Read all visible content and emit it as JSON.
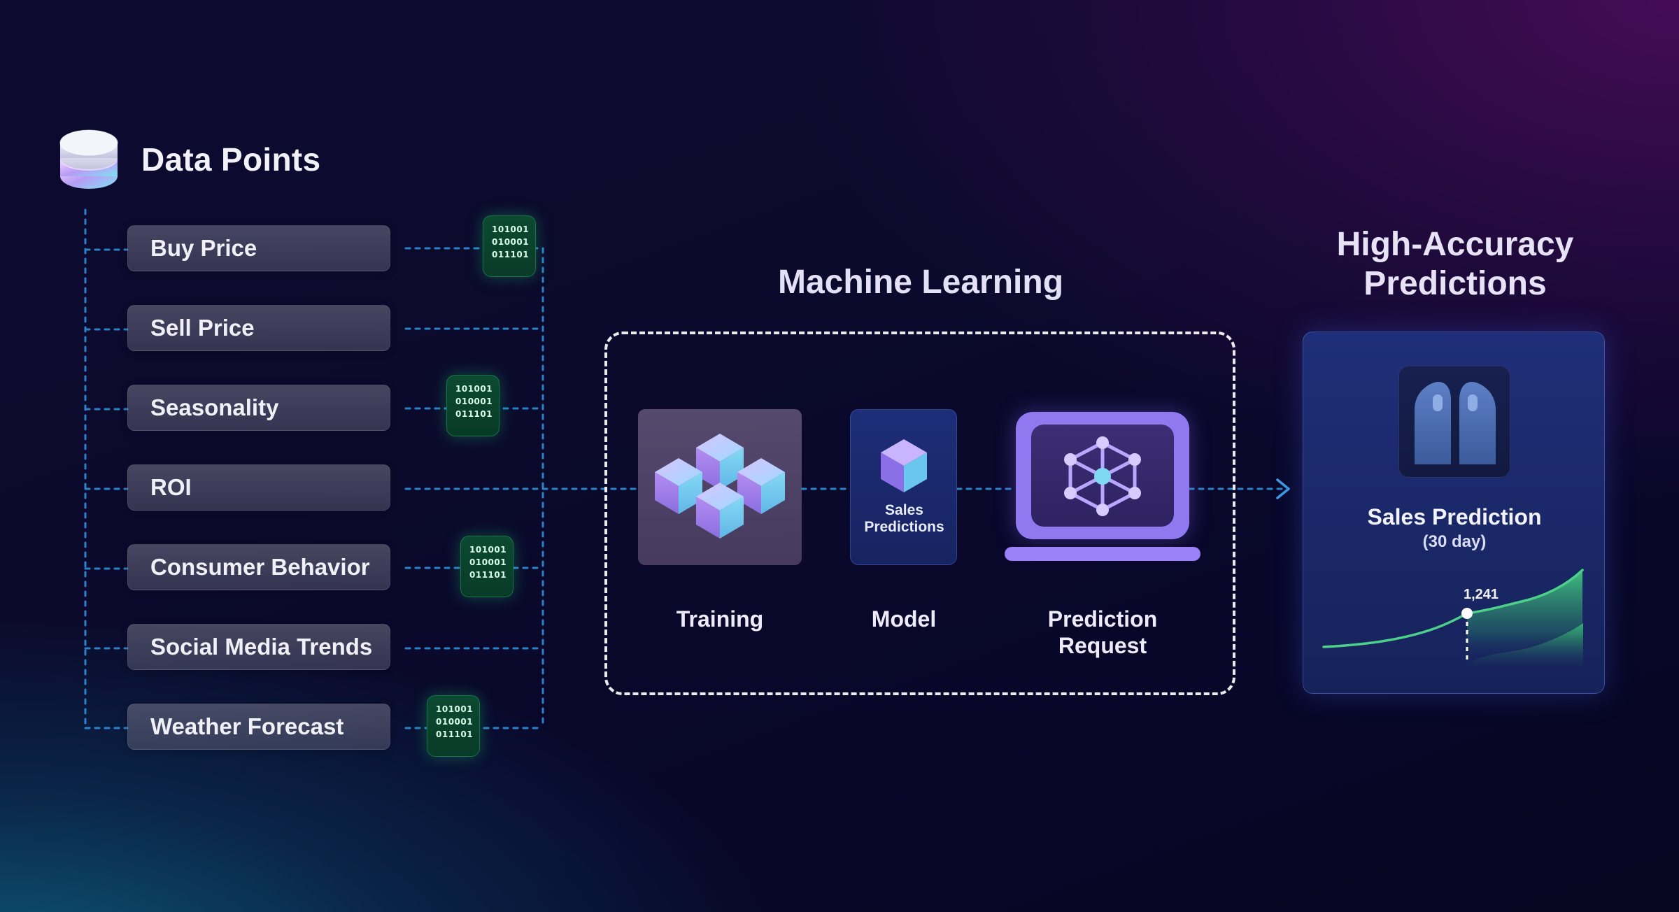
{
  "data_points": {
    "title": "Data Points",
    "items": [
      {
        "label": "Buy Price"
      },
      {
        "label": "Sell Price"
      },
      {
        "label": "Seasonality"
      },
      {
        "label": "ROI"
      },
      {
        "label": "Consumer Behavior"
      },
      {
        "label": "Social Media Trends"
      },
      {
        "label": "Weather Forecast"
      }
    ],
    "binary_chip": [
      "101001",
      "010001",
      "011101"
    ]
  },
  "machine_learning": {
    "title": "Machine Learning",
    "model_card_text": "Sales Predictions",
    "steps": [
      {
        "label": "Training"
      },
      {
        "label": "Model"
      },
      {
        "label": "Prediction Request"
      }
    ]
  },
  "predictions": {
    "title": "High-Accuracy Predictions",
    "card_title": "Sales Prediction",
    "card_subtitle": "(30 day)",
    "highlight_value": "1,241"
  },
  "colors": {
    "connector": "#2f8fd8",
    "binary_chip": "#0b4a30",
    "chart_area": "#3ec27a",
    "laptop": "#8f78f0",
    "prediction_card": "#1f2e78"
  }
}
